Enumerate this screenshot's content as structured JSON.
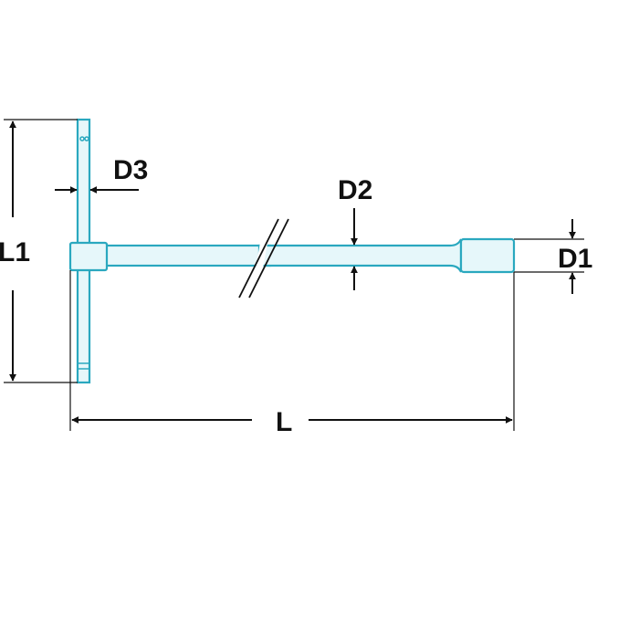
{
  "diagram": {
    "labels": {
      "l1": "L1",
      "d3": "D3",
      "d2": "D2",
      "d1": "D1",
      "l": "L"
    },
    "colors": {
      "outline": "#2aa8bf",
      "fill": "#e6f7fa",
      "dimension": "#111111",
      "background": "#ffffff"
    }
  }
}
